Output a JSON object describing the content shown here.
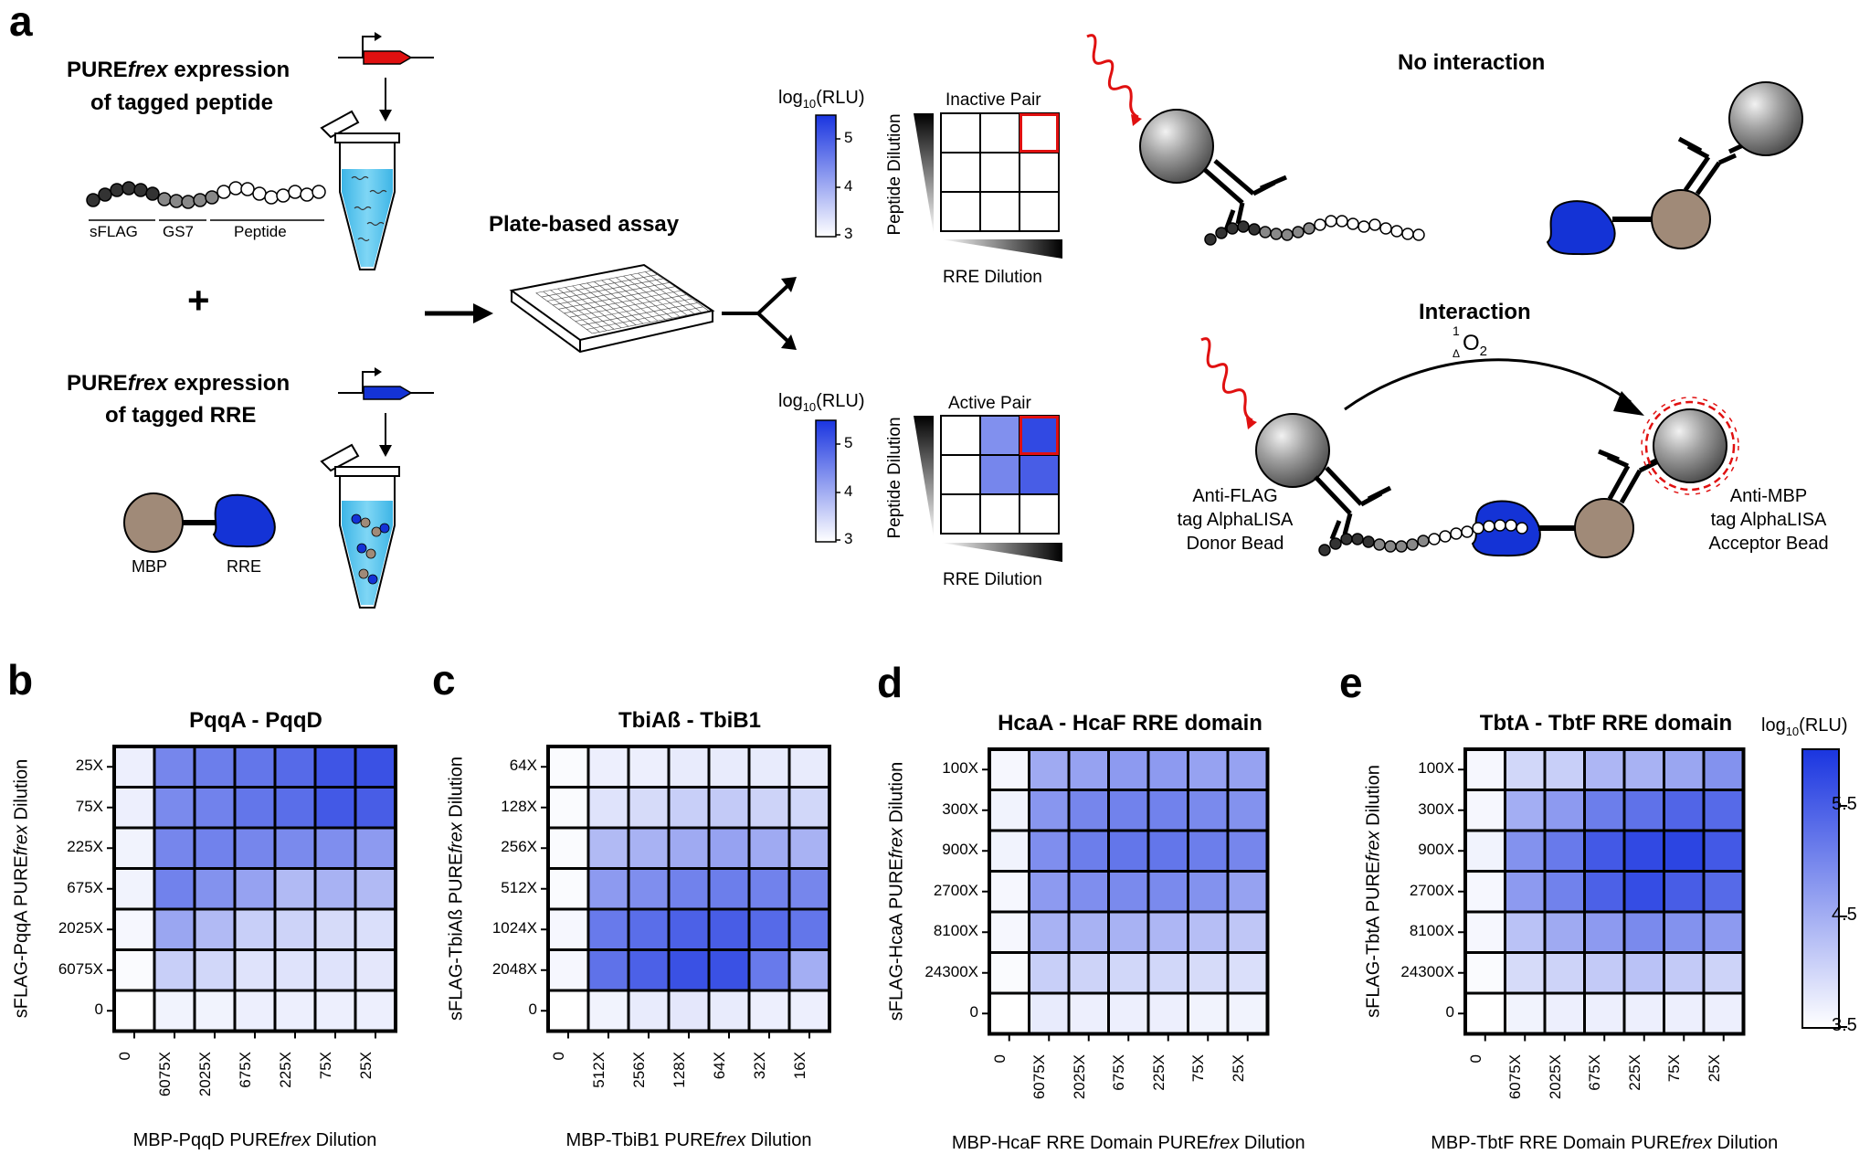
{
  "panel_a": {
    "letter": "a",
    "peptide_expr_prefix": "PURE",
    "peptide_expr_italic": "frex",
    "peptide_expr_suffix": " expression",
    "peptide_expr_line2": "of tagged peptide",
    "seg_sflag": "sFLAG",
    "seg_gs7": "GS7",
    "seg_peptide": "Peptide",
    "plus": "+",
    "rre_expr_prefix": "PURE",
    "rre_expr_italic": "frex",
    "rre_expr_suffix": " expression",
    "rre_expr_line2": "of tagged RRE",
    "mbp": "MBP",
    "rre": "RRE",
    "plate_assay": "Plate-based assay",
    "inactive": {
      "legend_title_a": "log",
      "legend_title_sub": "10",
      "legend_title_b": "(RLU)",
      "legend_ticks": [
        "5",
        "4",
        "3"
      ],
      "title": "Inactive Pair",
      "ylabel": "Peptide Dilution",
      "xlabel": "RRE Dilution",
      "grid": [
        [
          0,
          0,
          0
        ],
        [
          0,
          0,
          0
        ],
        [
          0,
          0,
          0
        ]
      ]
    },
    "active": {
      "legend_title_a": "log",
      "legend_title_sub": "10",
      "legend_title_b": "(RLU)",
      "legend_ticks": [
        "5",
        "4",
        "3"
      ],
      "title": "Active Pair",
      "ylabel": "Peptide Dilution",
      "xlabel": "RRE Dilution",
      "grid": [
        [
          0,
          0.55,
          0.9
        ],
        [
          0,
          0.6,
          0.8
        ],
        [
          0,
          0,
          0
        ]
      ]
    },
    "no_interaction": "No interaction",
    "interaction": "Interaction",
    "singlet_sup": "1",
    "singlet_sub": "Δ",
    "singlet_o": "O",
    "singlet_o_sub": "2",
    "donor_label": [
      "Anti-FLAG",
      "tag AlphaLISA",
      "Donor Bead"
    ],
    "acceptor_label": [
      "Anti-MBP",
      "tag AlphaLISA",
      "Acceptor Bead"
    ]
  },
  "heatmaps": [
    {
      "letter": "b",
      "title": "PqqA - PqqD",
      "ylabel_prefix": "sFLAG-PqqA PURE",
      "ylabel_italic": "frex",
      "ylabel_suffix": " Dilution",
      "xlabel_prefix": "MBP-PqqD PURE",
      "xlabel_italic": "frex",
      "xlabel_suffix": " Dilution",
      "yticks": [
        "25X",
        "75X",
        "225X",
        "675X",
        "2025X",
        "6075X",
        "0"
      ],
      "xticks": [
        "0",
        "6075X",
        "2025X",
        "675X",
        "225X",
        "75X",
        "25X"
      ],
      "values": [
        [
          3.7,
          5.0,
          5.1,
          5.2,
          5.35,
          5.6,
          5.65
        ],
        [
          3.7,
          4.95,
          5.05,
          5.2,
          5.3,
          5.55,
          5.5
        ],
        [
          3.65,
          5.0,
          5.05,
          5.0,
          4.95,
          4.9,
          4.75
        ],
        [
          3.65,
          5.05,
          4.85,
          4.65,
          4.35,
          4.45,
          4.35
        ],
        [
          3.6,
          4.6,
          4.35,
          4.1,
          4.05,
          3.95,
          3.9
        ],
        [
          3.55,
          4.1,
          4.0,
          3.85,
          3.85,
          3.85,
          3.8
        ],
        [
          3.5,
          3.65,
          3.65,
          3.7,
          3.7,
          3.7,
          3.7
        ]
      ]
    },
    {
      "letter": "c",
      "title": "TbiAß - TbiB1",
      "ylabel_prefix": "sFLAG-TbiAß PURE",
      "ylabel_italic": "frex",
      "ylabel_suffix": " Dilution",
      "xlabel_prefix": "MBP-TbiB1 PURE",
      "xlabel_italic": "frex",
      "xlabel_suffix": " Dilution",
      "yticks": [
        "64X",
        "128X",
        "256X",
        "512X",
        "1024X",
        "2048X",
        "0"
      ],
      "xticks": [
        "0",
        "512X",
        "256X",
        "128X",
        "64X",
        "32X",
        "16X"
      ],
      "values": [
        [
          3.55,
          3.7,
          3.7,
          3.75,
          3.75,
          3.75,
          3.75
        ],
        [
          3.55,
          3.85,
          3.95,
          4.1,
          4.15,
          4.05,
          4.0
        ],
        [
          3.55,
          4.35,
          4.45,
          4.55,
          4.65,
          4.55,
          4.45
        ],
        [
          3.55,
          4.75,
          4.9,
          5.05,
          5.1,
          5.05,
          5.0
        ],
        [
          3.6,
          5.15,
          5.3,
          5.45,
          5.5,
          5.35,
          5.2
        ],
        [
          3.6,
          5.25,
          5.45,
          5.65,
          5.65,
          5.15,
          4.5
        ],
        [
          3.5,
          3.65,
          3.75,
          3.8,
          3.75,
          3.7,
          3.7
        ]
      ]
    },
    {
      "letter": "d",
      "title": "HcaA - HcaF RRE domain",
      "ylabel_prefix": "sFLAG-HcaA PURE",
      "ylabel_italic": "frex",
      "ylabel_suffix": " Dilution",
      "xlabel_prefix": "MBP-HcaF RRE Domain PURE",
      "xlabel_italic": "frex",
      "xlabel_suffix": " Dilution",
      "yticks": [
        "100X",
        "300X",
        "900X",
        "2700X",
        "8100X",
        "24300X",
        "0"
      ],
      "xticks": [
        "0",
        "6075X",
        "2025X",
        "675X",
        "225X",
        "75X",
        "25X"
      ],
      "values": [
        [
          3.6,
          4.55,
          4.65,
          4.75,
          4.75,
          4.65,
          4.65
        ],
        [
          3.65,
          4.8,
          5.0,
          5.05,
          5.05,
          4.95,
          4.85
        ],
        [
          3.65,
          4.9,
          5.1,
          5.2,
          5.2,
          5.1,
          5.0
        ],
        [
          3.6,
          4.75,
          4.9,
          4.95,
          4.95,
          4.85,
          4.65
        ],
        [
          3.6,
          4.45,
          4.45,
          4.45,
          4.4,
          4.3,
          4.2
        ],
        [
          3.55,
          4.1,
          4.05,
          4.0,
          4.0,
          3.95,
          3.9
        ],
        [
          3.5,
          3.75,
          3.7,
          3.7,
          3.7,
          3.65,
          3.65
        ]
      ]
    },
    {
      "letter": "e",
      "title": "TbtA - TbtF RRE domain",
      "ylabel_prefix": "sFLAG-TbtA PURE",
      "ylabel_italic": "frex",
      "ylabel_suffix": " Dilution",
      "xlabel_prefix": "MBP-TbtF RRE Domain PURE",
      "xlabel_italic": "frex",
      "xlabel_suffix": " Dilution",
      "yticks": [
        "100X",
        "300X",
        "900X",
        "2700X",
        "8100X",
        "24300X",
        "0"
      ],
      "xticks": [
        "0",
        "6075X",
        "2025X",
        "675X",
        "225X",
        "75X",
        "25X"
      ],
      "values": [
        [
          3.6,
          4.0,
          4.1,
          4.4,
          4.45,
          4.6,
          4.85
        ],
        [
          3.6,
          4.5,
          4.75,
          5.1,
          5.25,
          5.4,
          5.35
        ],
        [
          3.65,
          4.85,
          5.15,
          5.55,
          5.75,
          5.8,
          5.55
        ],
        [
          3.6,
          4.75,
          5.05,
          5.45,
          5.7,
          5.5,
          5.35
        ],
        [
          3.6,
          4.25,
          4.55,
          4.75,
          4.95,
          4.85,
          4.75
        ],
        [
          3.55,
          3.95,
          4.05,
          4.15,
          4.25,
          4.15,
          4.05
        ],
        [
          3.5,
          3.65,
          3.7,
          3.7,
          3.7,
          3.7,
          3.7
        ]
      ]
    }
  ],
  "colorbar": {
    "title_a": "log",
    "title_sub": "10",
    "title_b": "(RLU)",
    "ticks": [
      "5.5",
      "4.5",
      "3.5"
    ],
    "tick_values": [
      5.5,
      4.5,
      3.5
    ],
    "min": 3.5,
    "max": 6.0,
    "low_color": "#ffffff",
    "high_color": "#1a35e0"
  },
  "colors": {
    "red": "#e01010",
    "blue_rre": "#1433d6",
    "mbp_brown": "#a08a78",
    "bead_gray": "#8c8c8c",
    "tube_blue": "#5cc8f0"
  }
}
